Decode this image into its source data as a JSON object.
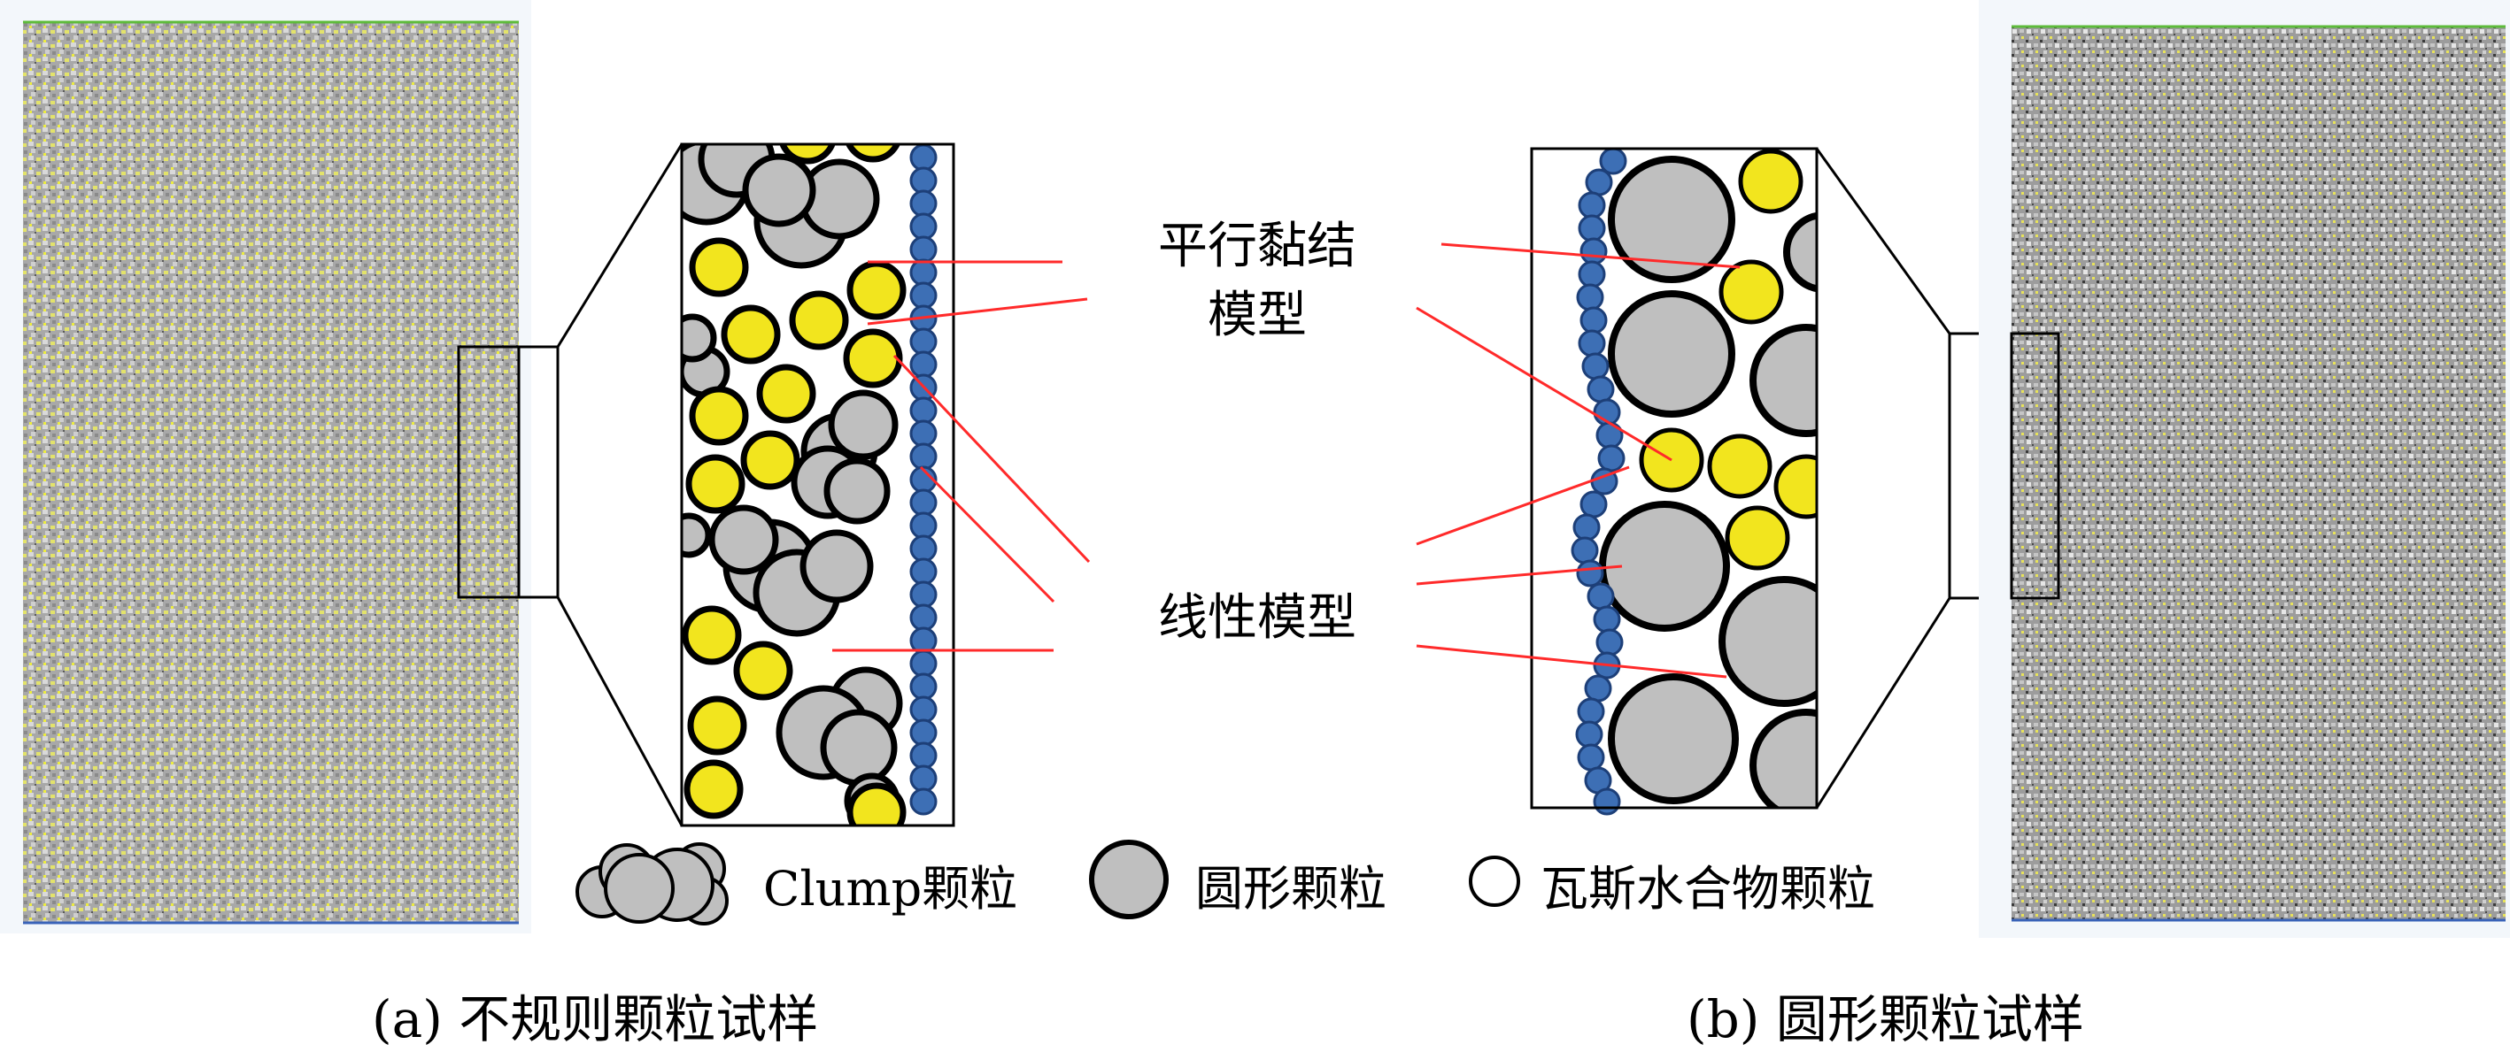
{
  "colors": {
    "bond_line": "#ff2a2a",
    "wall_particle": "#3d6fb5",
    "wall_particle_stroke": "#1d3f78",
    "hydrate_particle": "#f2e51e",
    "grain_particle": "#bfbfbf",
    "particle_stroke": "#000000",
    "specimen_top_edge": "#5dbb3a",
    "specimen_bottom_edge": "#3a63b8"
  },
  "labels": {
    "parallel_bond_line1": "平行黏结",
    "parallel_bond_line2": "模型",
    "linear_model": "线性模型"
  },
  "legend": {
    "clump": "Clump颗粒",
    "circular": "圆形颗粒",
    "hydrate": "瓦斯水合物颗粒"
  },
  "captions": {
    "left": "(a) 不规则颗粒试样",
    "right": "(b) 圆形颗粒试样"
  },
  "icons": {
    "left_specimen": "irregular-particle-specimen-image",
    "right_specimen": "circular-particle-specimen-image",
    "left_zoom": "irregular-particle-zoom-view",
    "right_zoom": "circular-particle-zoom-view"
  }
}
